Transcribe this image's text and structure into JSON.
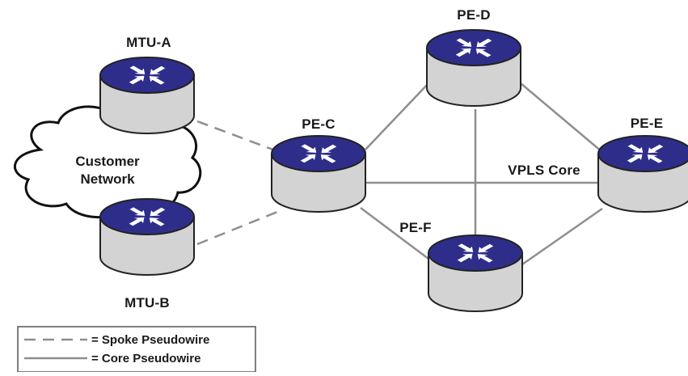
{
  "colors": {
    "router_top": "#2e2e8a",
    "router_body": "#d3d3d3",
    "router_outline": "#222222",
    "arrow": "#ffffff",
    "core_link": "#8e8e8e",
    "spoke_link": "#8e8e8e",
    "cloud_outline": "#111111"
  },
  "icons": {
    "router": "router-icon",
    "cloud": "cloud-icon"
  },
  "nodes": {
    "mtu_a": "MTU-A",
    "mtu_b": "MTU-B",
    "pe_c": "PE-C",
    "pe_d": "PE-D",
    "pe_e": "PE-E",
    "pe_f": "PE-F"
  },
  "cloud": {
    "line1": "Customer",
    "line2": "Network"
  },
  "core_label": "VPLS Core",
  "legend": {
    "spoke": "= Spoke Pseudowire",
    "core": "= Core Pseudowire"
  },
  "links": [
    {
      "from": "PE-C",
      "to": "PE-D",
      "type": "core"
    },
    {
      "from": "PE-C",
      "to": "PE-E",
      "type": "core"
    },
    {
      "from": "PE-C",
      "to": "PE-F",
      "type": "core"
    },
    {
      "from": "PE-D",
      "to": "PE-E",
      "type": "core"
    },
    {
      "from": "PE-D",
      "to": "PE-F",
      "type": "core"
    },
    {
      "from": "PE-F",
      "to": "PE-E",
      "type": "core"
    },
    {
      "from": "MTU-A",
      "to": "PE-C",
      "type": "spoke"
    },
    {
      "from": "MTU-B",
      "to": "PE-C",
      "type": "spoke"
    }
  ]
}
